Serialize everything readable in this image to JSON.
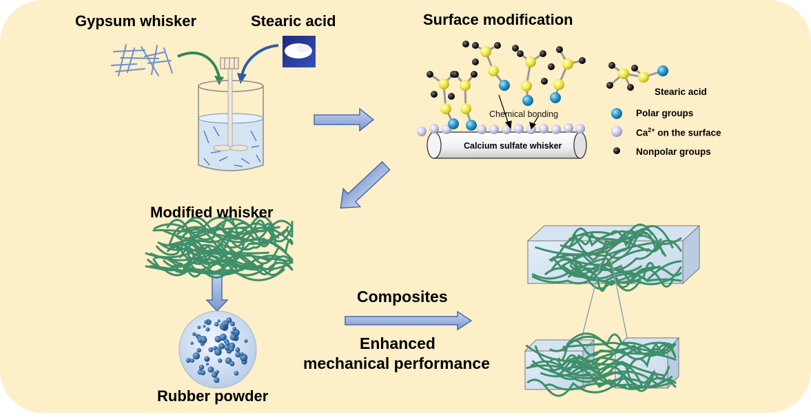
{
  "labels": {
    "gypsum_whisker": "Gypsum whisker",
    "stearic_acid": "Stearic acid",
    "surface_modification": "Surface modification",
    "chemical_bonding": "Chemical bonding",
    "calcium_sulfate_whisker": "Calcium sulfate whisker",
    "modified_whisker": "Modified whisker",
    "rubber_powder": "Rubber powder",
    "composites": "Composites",
    "enhanced_line1": "Enhanced",
    "enhanced_line2": "mechanical performance"
  },
  "legend": {
    "stearic_acid": "Stearic acid",
    "polar_groups": "Polar groups",
    "ca_base": "Ca",
    "ca_sup": "2+",
    "ca_rest": " on the surface",
    "nonpolar_groups": "Nonpolar groups"
  },
  "colors": {
    "background": "#fdefc8",
    "arrow_fill": "#8fa8dc",
    "arrow_stroke": "#4a6aa8",
    "fiber_green": "#3e8f6a",
    "polar_blue": "#2a95c8",
    "calcium_lavender": "#c9c6e6",
    "carbon_yellow": "#f2e84a",
    "nonpolar_black": "#1a1a1a",
    "water_blue": "#cfe2f5"
  }
}
